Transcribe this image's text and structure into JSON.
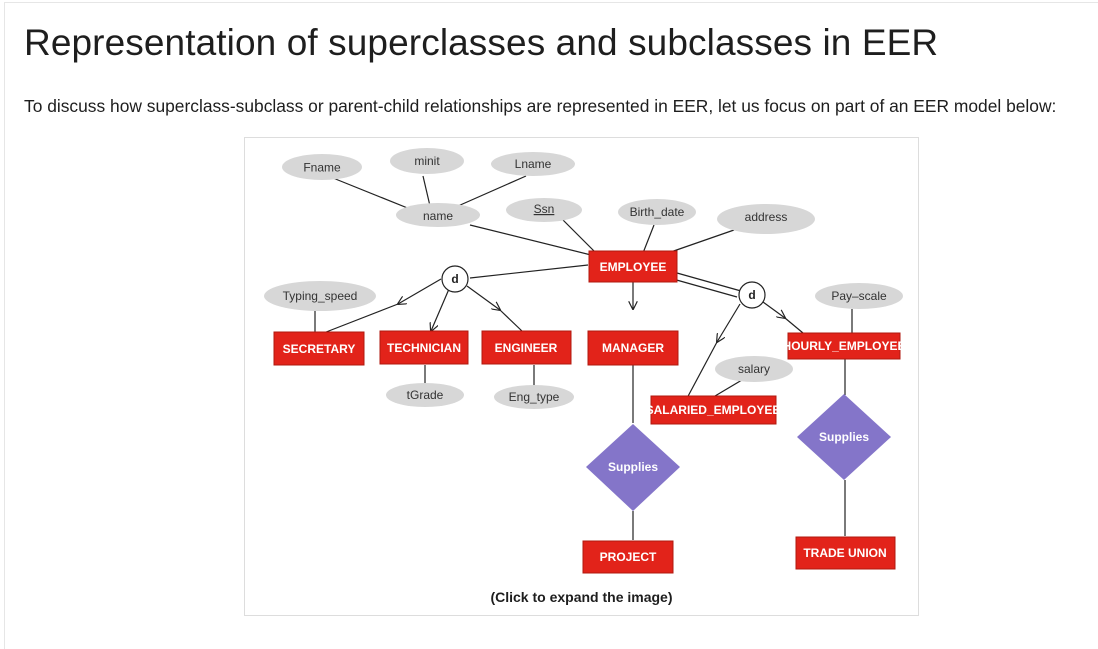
{
  "page": {
    "title": "Representation of superclasses and subclasses in EER",
    "intro": "To discuss how superclass-subclass or parent-child relationships are represented in EER, let us focus on part of an EER model below:",
    "caption": "(Click to expand the image)"
  },
  "colors": {
    "entity": "#e2231a",
    "relationship": "#8475c9",
    "attribute": "#d7d7d7",
    "line": "#222222"
  },
  "diagram": {
    "entities": {
      "employee": "EMPLOYEE",
      "secretary": "SECRETARY",
      "technician": "TECHNICIAN",
      "engineer": "ENGINEER",
      "manager": "MANAGER",
      "hourly_employee": "HOURLY_EMPLOYEE",
      "salaried_employee": "SALARIED_EMPLOYEE",
      "project": "PROJECT",
      "trade_union": "TRADE UNION"
    },
    "attributes": {
      "fname": "Fname",
      "minit": "minit",
      "lname": "Lname",
      "name": "name",
      "ssn": "Ssn",
      "birth_date": "Birth_date",
      "address": "address",
      "typing_speed": "Typing_speed",
      "tgrade": "tGrade",
      "eng_type": "Eng_type",
      "salary": "salary",
      "pay_scale": "Pay–scale"
    },
    "relationships": {
      "supplies_manager": "Supplies",
      "supplies_hourly": "Supplies"
    },
    "specializations": {
      "job_type": "d",
      "pay_type": "d"
    }
  }
}
